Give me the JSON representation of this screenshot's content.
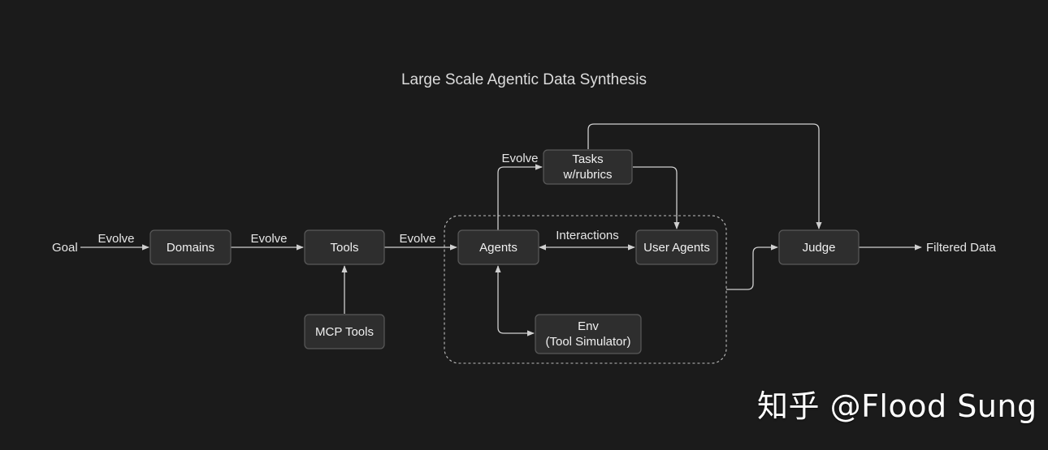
{
  "title": "Large Scale Agentic Data Synthesis",
  "nodes": {
    "domains": "Domains",
    "tools": "Tools",
    "mcp_tools": "MCP Tools",
    "agents": "Agents",
    "user_agents": "User Agents",
    "tasks_line1": "Tasks",
    "tasks_line2": "w/rubrics",
    "env_line1": "Env",
    "env_line2": "(Tool Simulator)",
    "judge": "Judge"
  },
  "labels": {
    "goal": "Goal",
    "evolve_1": "Evolve",
    "evolve_2": "Evolve",
    "evolve_3": "Evolve",
    "evolve_tasks": "Evolve",
    "interactions": "Interactions",
    "filtered_data": "Filtered Data"
  },
  "watermark": "知乎 @Flood Sung",
  "colors": {
    "background": "#1b1b1b",
    "node_fill": "#2e2e2e",
    "node_border": "#5a5a5a",
    "edge": "#cfcfcf",
    "text": "#e6e6e6"
  }
}
